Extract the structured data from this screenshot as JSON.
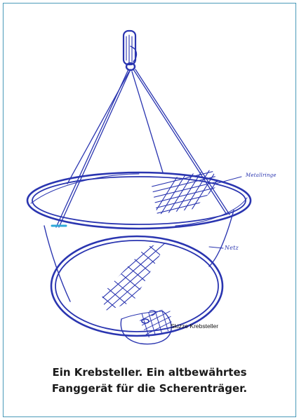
{
  "labels": {
    "metal_ring": "Metallringe",
    "net": "Netz",
    "sketch_caption": "Skizze Krebsteller"
  },
  "caption": {
    "line1": "Ein Krebsteller. Ein altbewährtes",
    "line2": "Fanggerät für die Scherenträger."
  },
  "colors": {
    "ink": "#2a35b0",
    "frame": "#4a9ab8",
    "accent_marker": "#2fa8d8"
  }
}
